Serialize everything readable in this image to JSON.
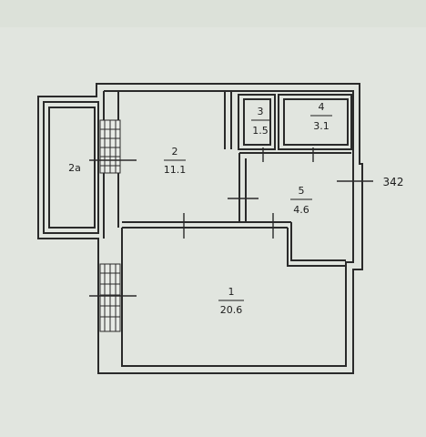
{
  "plan": {
    "apartment_number": "342",
    "rooms": [
      {
        "id": "1",
        "number": "1",
        "area": "20.6"
      },
      {
        "id": "2",
        "number": "2",
        "area": "11.1"
      },
      {
        "id": "2a",
        "number": "2а",
        "area": ""
      },
      {
        "id": "3",
        "number": "3",
        "area": "1.5"
      },
      {
        "id": "4",
        "number": "4",
        "area": "3.1"
      },
      {
        "id": "5",
        "number": "5",
        "area": "4.6"
      }
    ]
  }
}
